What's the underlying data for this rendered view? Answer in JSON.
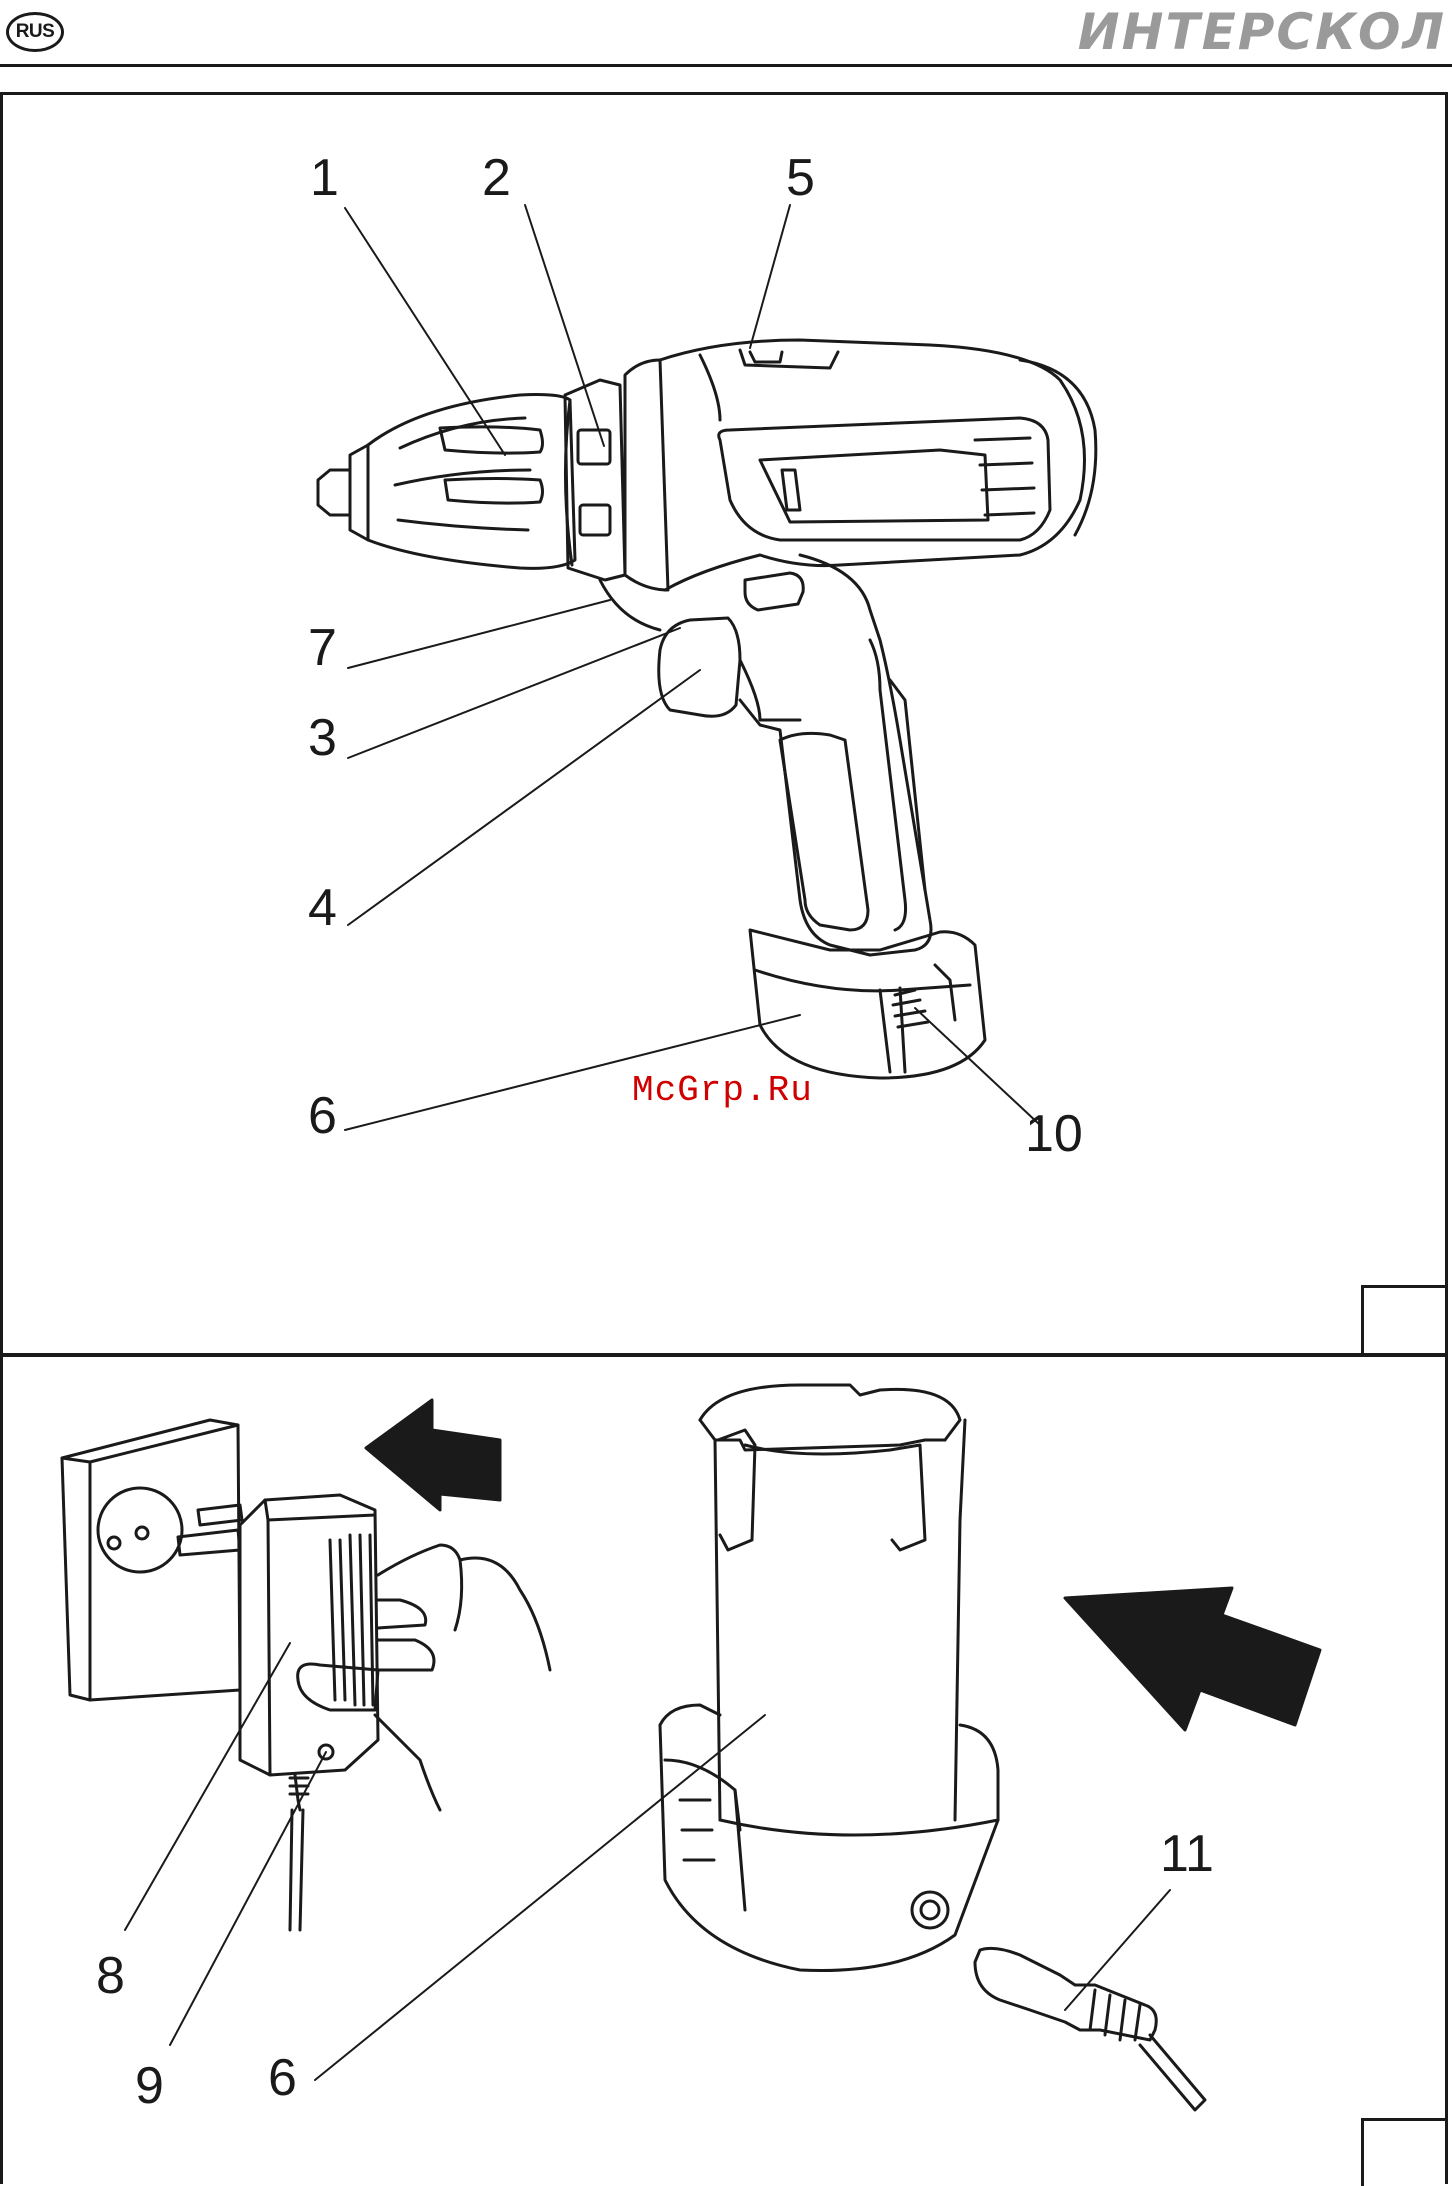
{
  "header": {
    "language_badge": "RUS",
    "brand_logo": "ИНТЕРСКОЛ"
  },
  "watermark": "McGrp.Ru",
  "figure_top": {
    "callouts": [
      "1",
      "2",
      "5",
      "7",
      "3",
      "4",
      "6",
      "10"
    ]
  },
  "figure_bottom": {
    "callouts": [
      "11",
      "8",
      "9",
      "6"
    ]
  }
}
